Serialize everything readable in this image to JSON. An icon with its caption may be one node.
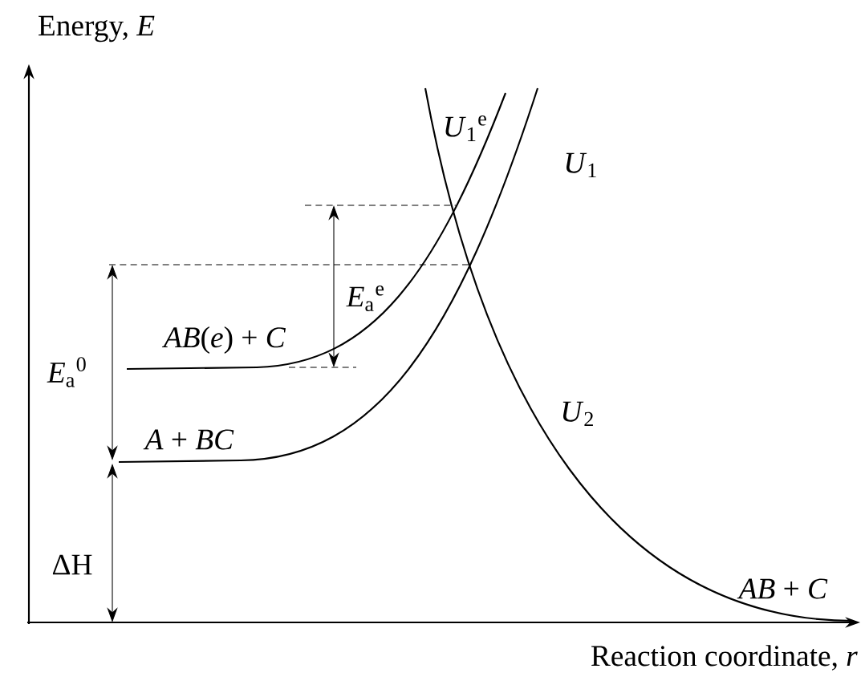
{
  "diagram": {
    "labels": [
      "Energy, *E*",
      "*U*$_{1}$$^{e}$",
      "*U*$_{1}$",
      "*E*$_{a}$$^{e}$",
      "*E*$_{a}$$^{0}$",
      "*AB*(*e*) + *C*",
      "*A* + *BC*",
      "*U*$_{2}$",
      "ΔH",
      "*AB* + *C*",
      "Reaction coordinate, *r*"
    ]
  }
}
